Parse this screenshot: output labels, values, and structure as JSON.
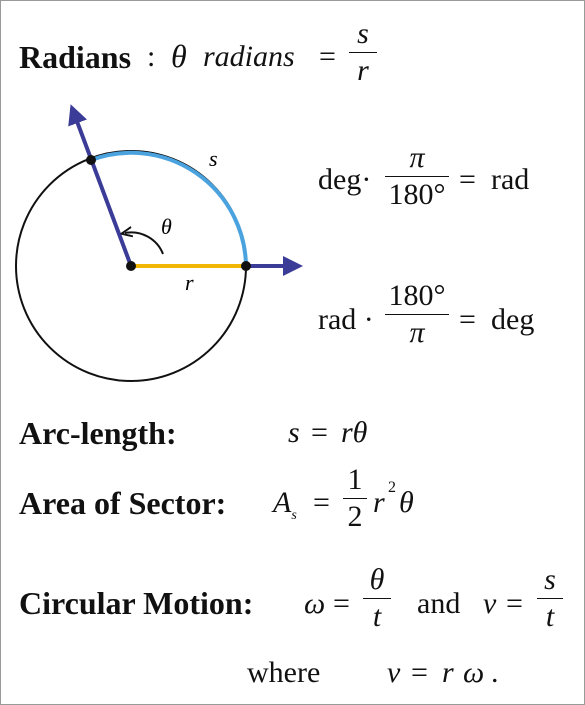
{
  "radians": {
    "label": "Radians",
    "colon": ":",
    "theta": "θ",
    "word": "radians",
    "eq": "=",
    "num": "s",
    "den": "r"
  },
  "diagram": {
    "arc_label": "s",
    "angle_label": "θ",
    "radius_label": "r",
    "colors": {
      "circle": "#111111",
      "arc": "#4aa3df",
      "radius": "#f2b705",
      "vector": "#3b3b98"
    }
  },
  "deg_to_rad": {
    "left": "deg·",
    "num": "π",
    "den": "180°",
    "eq": "=",
    "right": "rad"
  },
  "rad_to_deg": {
    "left": "rad ·",
    "num": "180°",
    "den": "π",
    "eq": "=",
    "right": "deg"
  },
  "arc_length": {
    "label": "Arc-length:",
    "lhs": "s",
    "eq": "=",
    "rhs": "rθ"
  },
  "area": {
    "label": "Area of Sector:",
    "lhs": "A",
    "sub": "s",
    "eq": "=",
    "num": "1",
    "den": "2",
    "r": "r",
    "sup": "2",
    "theta": "θ"
  },
  "motion": {
    "label": "Circular Motion:",
    "omega": "ω",
    "eq1": "=",
    "num1": "θ",
    "den1": "t",
    "and": "and",
    "v": "v",
    "eq2": "=",
    "num2": "s",
    "den2": "t",
    "where": "where",
    "v2": "v",
    "eq3": "=",
    "r": "r",
    "omega2": "ω",
    "period": "."
  }
}
